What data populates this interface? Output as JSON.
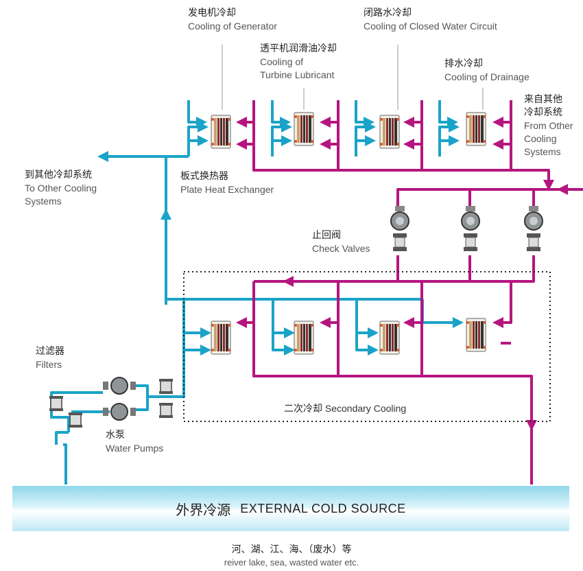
{
  "labels": {
    "generator": {
      "zh": "发电机冷却",
      "en": "Cooling of Generator"
    },
    "closed_water": {
      "zh": "闭路水冷却",
      "en": "Cooling of Closed Water Circuit"
    },
    "turbine": {
      "zh": "透平机润滑油冷却",
      "en1": "Cooling of",
      "en2": "Turbine Lubricant"
    },
    "drainage": {
      "zh": "排水冷却",
      "en": "Cooling of Drainage"
    },
    "from_other": {
      "zh1": "来自其他",
      "zh2": "冷却系统",
      "en1": "From Other",
      "en2": "Cooling",
      "en3": "Systems"
    },
    "to_other": {
      "zh": "到其他冷却系统",
      "en1": "To Other Cooling",
      "en2": "Systems"
    },
    "plate_hx": {
      "zh": "板式换热器",
      "en": "Plate Heat Exchanger"
    },
    "check_valves": {
      "zh": "止回阀",
      "en": "Check Valves"
    },
    "filters": {
      "zh": "过滤器",
      "en": "Filters"
    },
    "water_pumps": {
      "zh": "水泵",
      "en": "Water Pumps"
    },
    "secondary": {
      "zh": "二次冷却",
      "en": "Secondary Cooling"
    }
  },
  "source": {
    "zh": "外界冷源",
    "en": "EXTERNAL COLD SOURCE"
  },
  "footer": {
    "zh": "河、湖、江、海、（废水）等",
    "en": "reiver lake, sea, wasted water etc."
  },
  "colors": {
    "cold": "#1aa3c8",
    "hot": "#b5157f"
  }
}
